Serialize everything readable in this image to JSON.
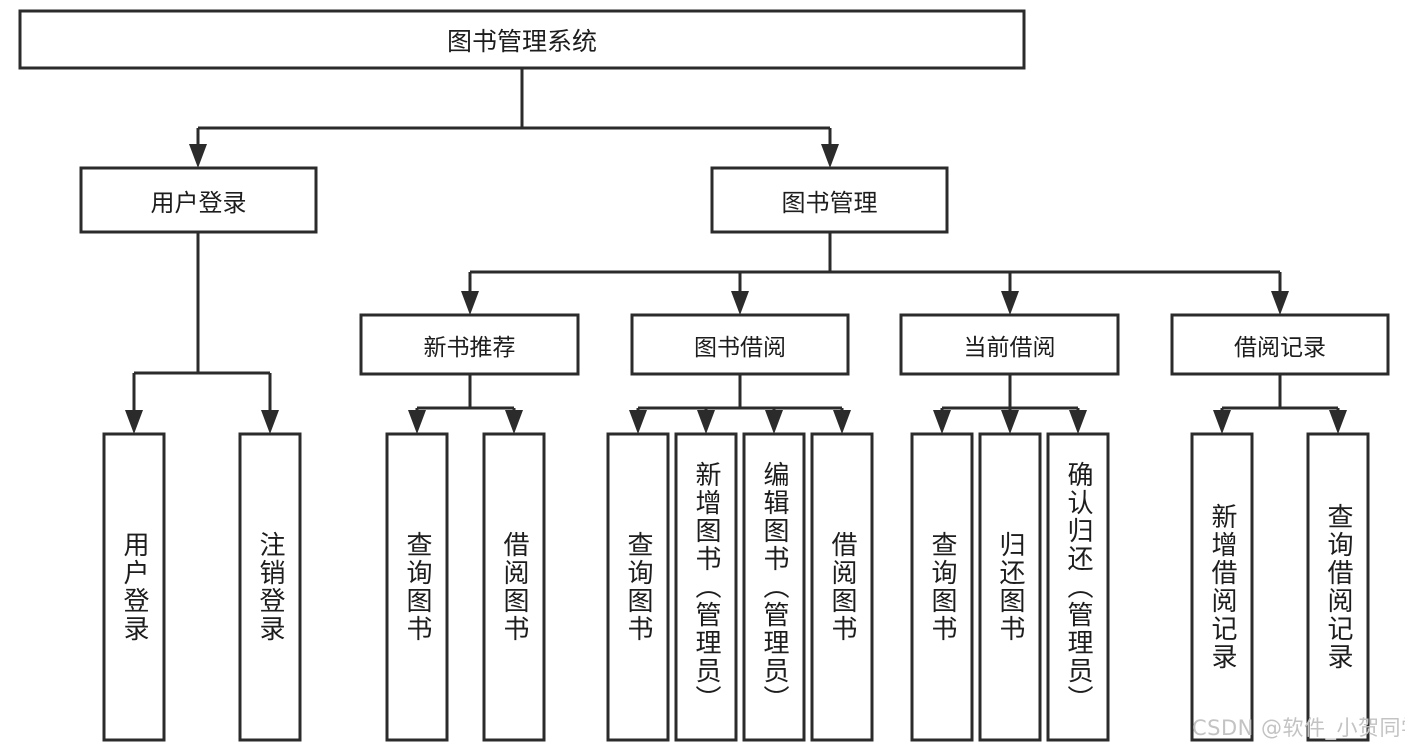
{
  "diagram": {
    "title": "图书管理系统",
    "type": "tree-hierarchy-chart",
    "colors": {
      "box_stroke": "#2b2b2b",
      "box_fill": "#ffffff",
      "connector": "#2b2b2b",
      "text": "#1d1d1d",
      "watermark": "#c3c3c3",
      "background": "#ffffff"
    },
    "root": {
      "label": "图书管理系统"
    },
    "level2": [
      {
        "label": "用户登录"
      },
      {
        "label": "图书管理"
      }
    ],
    "level3": [
      {
        "label": "新书推荐"
      },
      {
        "label": "图书借阅"
      },
      {
        "label": "当前借阅"
      },
      {
        "label": "借阅记录"
      }
    ],
    "leaves": {
      "user_login": [
        {
          "label": "用户登录"
        },
        {
          "label": "注销登录"
        }
      ],
      "new_book_recommend": [
        {
          "label": "查询图书"
        },
        {
          "label": "借阅图书"
        }
      ],
      "book_borrow": [
        {
          "label": "查询图书"
        },
        {
          "label": "新增图书（管理员）"
        },
        {
          "label": "编辑图书（管理员）"
        },
        {
          "label": "借阅图书"
        }
      ],
      "current_borrow": [
        {
          "label": "查询图书"
        },
        {
          "label": "归还图书"
        },
        {
          "label": "确认归还（管理员）"
        }
      ],
      "borrow_record": [
        {
          "label": "新增借阅记录"
        },
        {
          "label": "查询借阅记录"
        }
      ]
    },
    "watermark": "CSDN @软件_小贺同学"
  }
}
